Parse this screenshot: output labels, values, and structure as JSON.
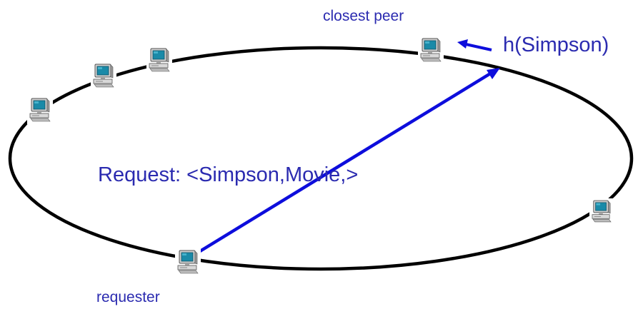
{
  "labels": {
    "closest_peer": "closest peer",
    "hash_key": "h(Simpson)",
    "request": "Request: <Simpson,Movie,>",
    "requester": "requester"
  },
  "colors": {
    "text": "#2b2bb0",
    "arrow": "#0d0ddc",
    "ring": "#000000",
    "monitor_case": "#c8c8c8",
    "screen": "#1a8aa8"
  },
  "icons": {
    "peer": "computer-icon"
  }
}
